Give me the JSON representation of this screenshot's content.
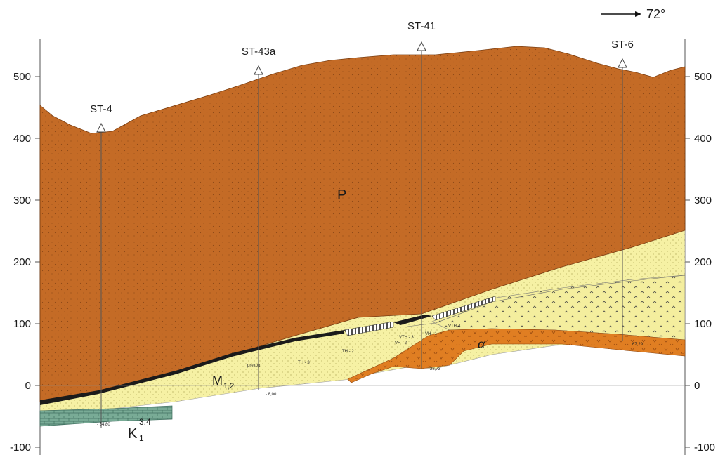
{
  "orientation": {
    "azimuth_label": "72°"
  },
  "axis": {
    "left_ticks": [
      "500",
      "400",
      "300",
      "200",
      "100",
      "0",
      "-100"
    ],
    "right_ticks": [
      "500",
      "400",
      "300",
      "200",
      "100",
      "0",
      "-100"
    ]
  },
  "wells": [
    {
      "name": "ST-4",
      "depth_label": "- 54,80"
    },
    {
      "name": "ST-43a",
      "depth_label": "- 8,00",
      "note": "prekop"
    },
    {
      "name": "ST-41",
      "depth_label": "28,73"
    },
    {
      "name": "ST-6",
      "depth_label": "67,29"
    }
  ],
  "units": {
    "p": "P",
    "m_base": "M",
    "m_sub": "1,2",
    "alpha": "α",
    "k_base": "K",
    "k_sub": "1",
    "k_sup": "3,4"
  },
  "small_labels": {
    "th3": "TH - 3",
    "th2": "TH - 2",
    "vth3": "VTH - 3",
    "vh2": "VH - 2",
    "vh1": "VH - 1",
    "vth4": "VTH-4"
  },
  "colors": {
    "p_fill": "#c26a25",
    "m_fill": "#f5f0a0",
    "alpha_fill": "#e07d22",
    "k_fill": "#6fa590",
    "coal": "#1b1b1b",
    "grid": "#555555"
  }
}
